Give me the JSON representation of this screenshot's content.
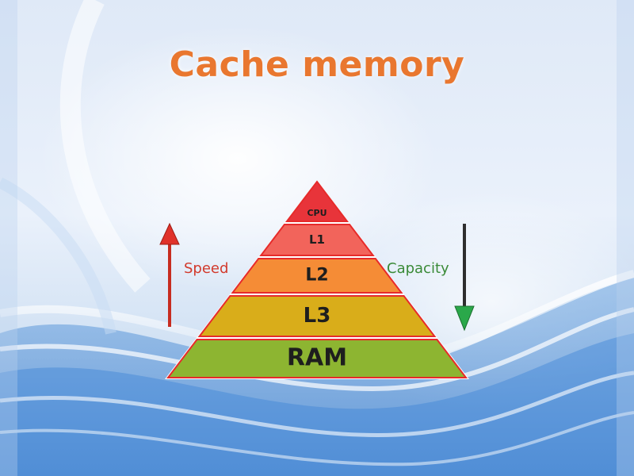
{
  "title": "Cache memory",
  "pyramid": {
    "levels": [
      {
        "label": "CPU",
        "color": "#e8343a"
      },
      {
        "label": "L1",
        "color": "#f2645b"
      },
      {
        "label": "L2",
        "color": "#f58c36"
      },
      {
        "label": "L3",
        "color": "#d9ad1a"
      },
      {
        "label": "RAM",
        "color": "#8db531"
      }
    ],
    "outline_color": "#e62b2b"
  },
  "speed": {
    "label": "Speed",
    "color": "#d23a2c",
    "direction": "up"
  },
  "capacity": {
    "label": "Capacity",
    "color": "#3a8a37",
    "direction": "down"
  }
}
